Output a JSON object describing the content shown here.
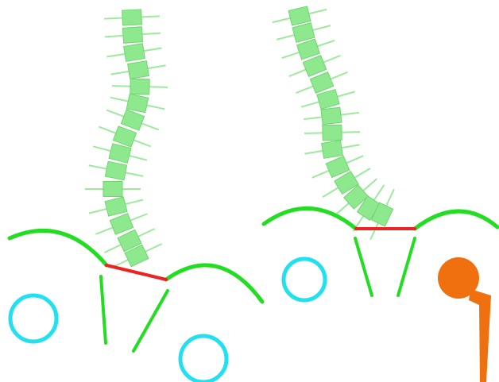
{
  "colors": {
    "background": "#ffffff",
    "vertebra_fill": "#8ee88e",
    "vertebra_edge": "#6fd66f",
    "process_line": "#9ee99e",
    "arch_line": "#22dd22",
    "pelvic_line": "#ee2222",
    "femoral_head": "#22e0f0",
    "implant": "#f07010"
  },
  "panels": [
    {
      "name": "left-panel",
      "icon": "spine-pelvis-diagram"
    },
    {
      "name": "right-panel",
      "icon": "spine-pelvis-diagram-with-implant"
    }
  ]
}
